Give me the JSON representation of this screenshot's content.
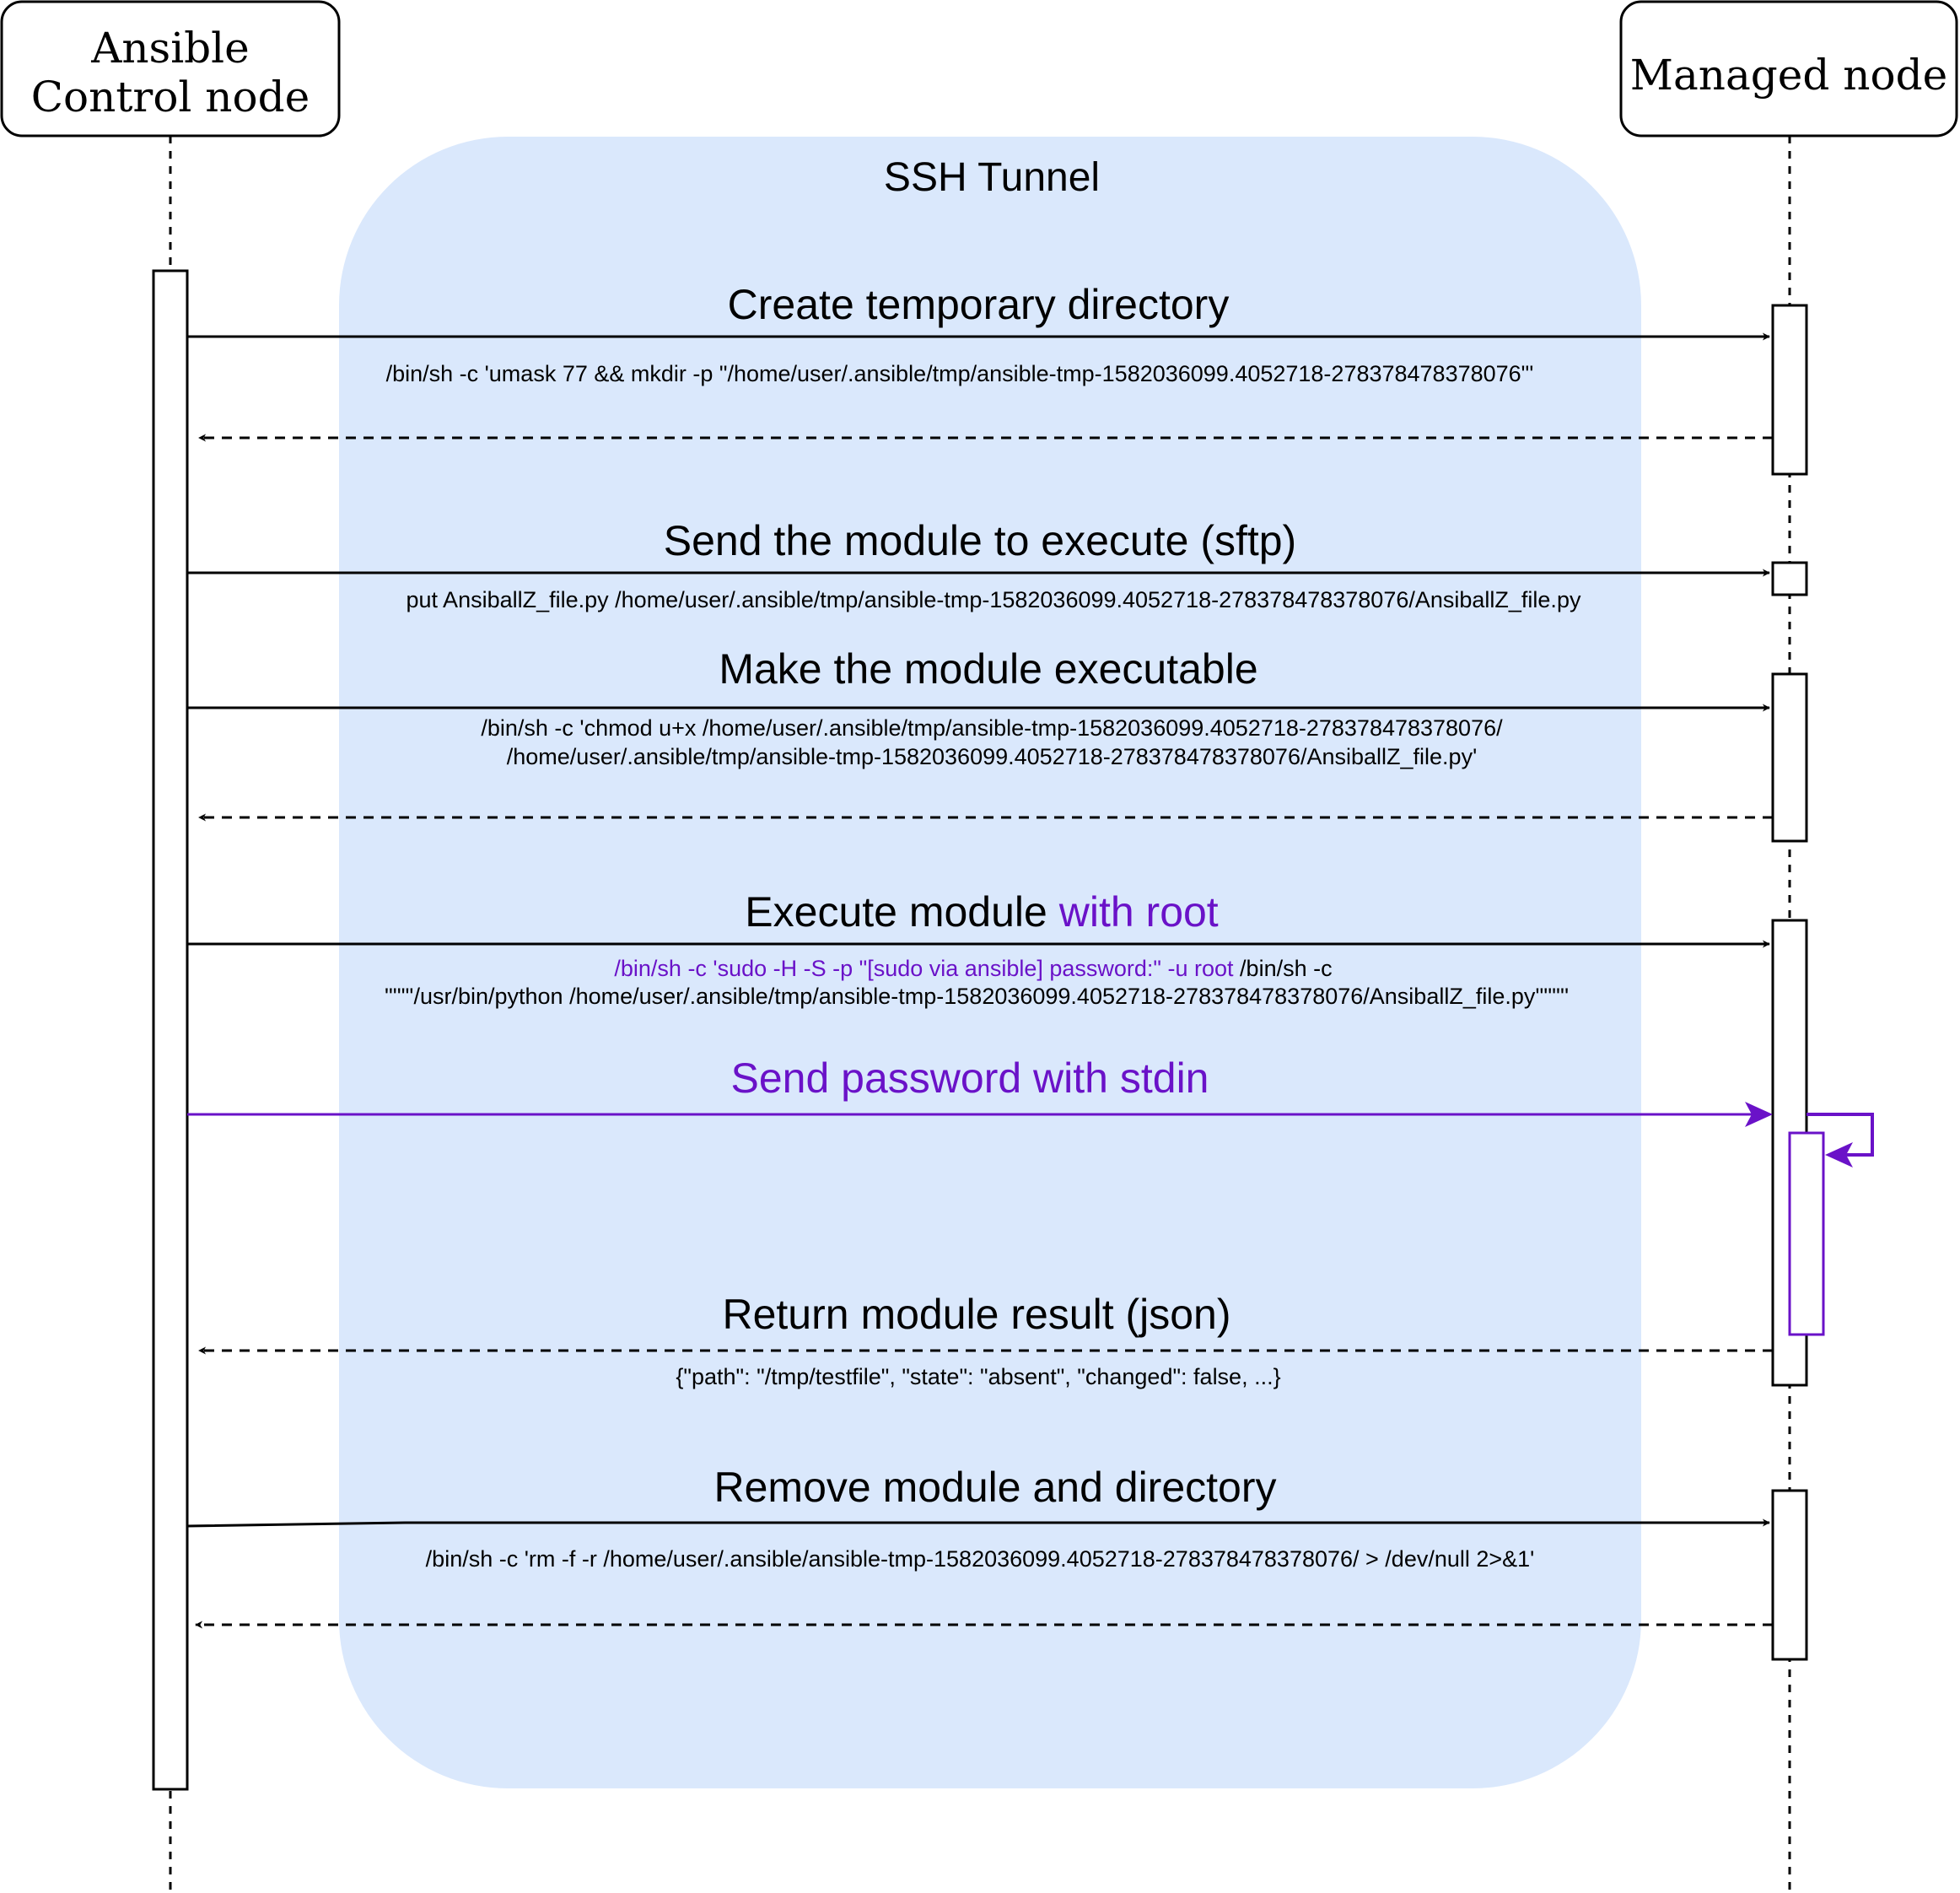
{
  "participants": {
    "control": {
      "line1": "Ansible",
      "line2": "Control node"
    },
    "managed": {
      "label": "Managed node"
    }
  },
  "tunnel": {
    "label": "SSH Tunnel"
  },
  "messages": {
    "create_dir": {
      "title": "Create temporary directory",
      "command": "/bin/sh -c 'umask 77 && mkdir -p \"/home/user/.ansible/tmp/ansible-tmp-1582036099.4052718-278378478378076\"'"
    },
    "send_module": {
      "title": "Send the module to execute (sftp)",
      "command": "put AnsiballZ_file.py /home/user/.ansible/tmp/ansible-tmp-1582036099.4052718-278378478378076/AnsiballZ_file.py"
    },
    "make_exec": {
      "title": "Make the module executable",
      "command_line1": "/bin/sh -c 'chmod u+x /home/user/.ansible/tmp/ansible-tmp-1582036099.4052718-278378478378076/",
      "command_line2": "/home/user/.ansible/tmp/ansible-tmp-1582036099.4052718-278378478378076/AnsiballZ_file.py'"
    },
    "execute": {
      "title_prefix": "Execute module ",
      "title_highlight": "with root",
      "command_line1_highlight": "/bin/sh -c 'sudo -H -S  -p \"[sudo via ansible] password:\" -u root ",
      "command_line1_rest": "/bin/sh -c",
      "command_line2": "'\"'\"'/usr/bin/python /home/user/.ansible/tmp/ansible-tmp-1582036099.4052718-278378478378076/AnsiballZ_file.py'\"'\"''"
    },
    "send_password": {
      "title": "Send password with stdin"
    },
    "return_result": {
      "title": "Return module result (json)",
      "command": "{\"path\": \"/tmp/testfile\", \"state\": \"absent\", \"changed\": false, ...}"
    },
    "remove": {
      "title": "Remove module and directory",
      "command": "/bin/sh -c 'rm -f -r /home/user/.ansible/ansible-tmp-1582036099.4052718-278378478378076/ > /dev/null 2>&1'"
    }
  },
  "colors": {
    "tunnel_fill": "#dae8fc",
    "highlight": "#6a12c8",
    "line": "#000000"
  }
}
